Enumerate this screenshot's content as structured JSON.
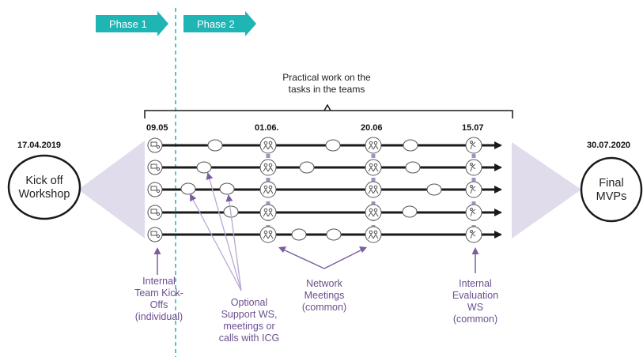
{
  "phases": [
    {
      "label": "Phase 1"
    },
    {
      "label": "Phase 2"
    }
  ],
  "heading": {
    "line1": "Practical work on the",
    "line2": "tasks in the teams"
  },
  "dates": {
    "start": "17.04.2019",
    "end": "30.07.2020",
    "milestone_1": "09.05",
    "milestone_2": "01.06.",
    "milestone_3": "20.06",
    "milestone_4": "15.07"
  },
  "kickoff": {
    "line1": "Kick off",
    "line2": "Workshop"
  },
  "final": {
    "line1": "Final",
    "line2": "MVPs"
  },
  "annotations": {
    "internal_kickoffs": [
      "Internal",
      "Team Kick-",
      "Offs",
      "(individual)"
    ],
    "optional_support": [
      "Optional",
      "Support WS,",
      "meetings or",
      "calls with ICG"
    ],
    "network_meetings": [
      "Network",
      "Meetings",
      "(common)"
    ],
    "internal_evaluation": [
      "Internal",
      "Evaluation",
      "WS",
      "(common)"
    ]
  },
  "colors": {
    "phase_arrow": "#1fb5b5",
    "dashed_line": "#1fb5b5",
    "purple": "#7a5fa0",
    "light_purple": "#e1dcec",
    "track": "#1a1a1a"
  },
  "icons": {
    "team_kickoff": "computer-person-icon",
    "network_meeting": "people-group-icon",
    "evaluation": "presenter-chart-icon"
  }
}
